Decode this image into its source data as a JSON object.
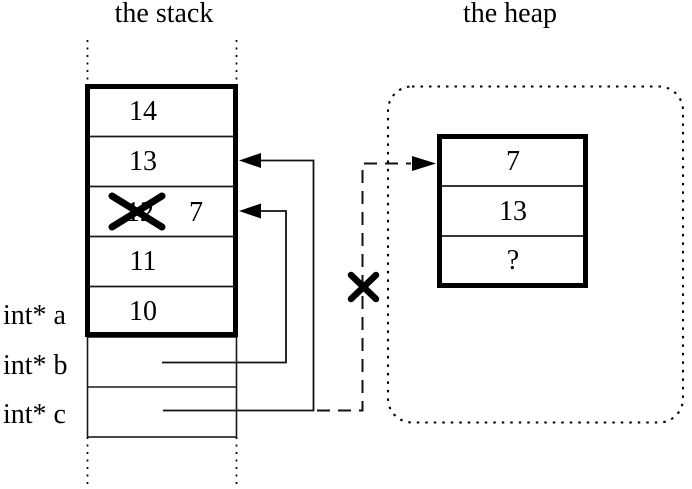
{
  "titles": {
    "stack": "the stack",
    "heap": "the heap"
  },
  "stack": {
    "rows": [
      {
        "value": "14"
      },
      {
        "value": "13"
      },
      {
        "value": "12",
        "crossed_out": true,
        "new_value": "7"
      },
      {
        "value": "11"
      },
      {
        "value": "10"
      }
    ],
    "pointer_labels": [
      {
        "label": "int* a"
      },
      {
        "label": "int* b"
      },
      {
        "label": "int* c"
      }
    ]
  },
  "heap": {
    "cells": [
      {
        "value": "7"
      },
      {
        "value": "13"
      },
      {
        "value": "?"
      }
    ]
  },
  "icons": {
    "overwrite_cross": "x-cross",
    "deleted_cross": "x-cross",
    "pointer_arrowhead": "filled-triangle"
  },
  "colors": {
    "ink": "#000000",
    "background": "#ffffff"
  }
}
